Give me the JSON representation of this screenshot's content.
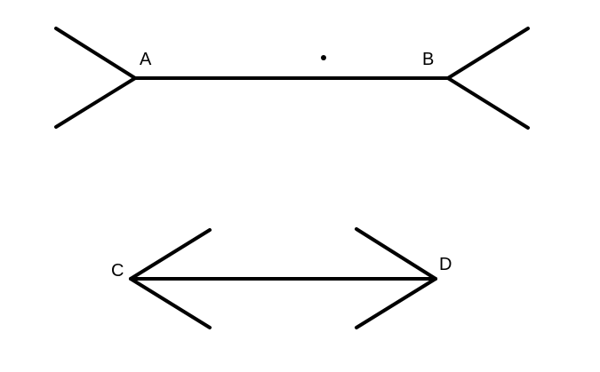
{
  "figure": {
    "labels": {
      "a": "A",
      "b": "B",
      "c": "C",
      "d": "D"
    },
    "line_color": "#000000"
  }
}
